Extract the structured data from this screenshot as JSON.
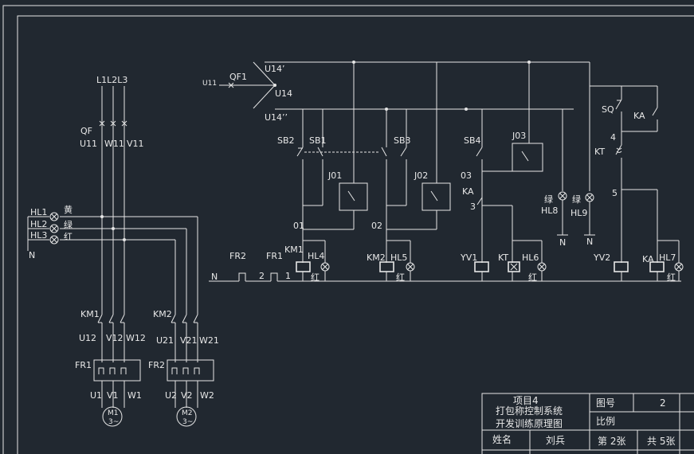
{
  "supply": {
    "header": "L1L2L3",
    "breaker": "QF",
    "phases": [
      "U11",
      "W11",
      "V11"
    ]
  },
  "lamps": {
    "ids": [
      "HL1",
      "HL2",
      "HL3"
    ],
    "colors": [
      "黄",
      "绿",
      "红"
    ],
    "neutral": "N"
  },
  "motor1": {
    "contactor": "KM1",
    "terms_a": [
      "U12",
      "V12",
      "W12"
    ],
    "relay": "FR1",
    "terms_b": [
      "U1",
      "V1",
      "W1"
    ],
    "motor_name": "M1",
    "motor_type": "3~"
  },
  "motor2": {
    "contactor": "KM2",
    "terms_a": [
      "U21",
      "V21",
      "W21"
    ],
    "relay": "FR2",
    "terms_b": [
      "U2",
      "V2",
      "W2"
    ],
    "motor_name": "M2",
    "motor_type": "3~"
  },
  "control": {
    "in_label": "U11",
    "breaker": "QF1",
    "u14p": "U14’",
    "u14": "U14",
    "u14pp": "U14’’",
    "buttons": [
      "SB2",
      "SB1",
      "SB3",
      "SB4"
    ],
    "relays": [
      "J01",
      "J02",
      "J03"
    ],
    "nodes": [
      "01",
      "02",
      "03",
      "3",
      "4",
      "5"
    ],
    "ka": "KA",
    "sq": "SQ",
    "kt": "KT",
    "n": "N",
    "fr2": "FR2",
    "fr1": "FR1",
    "num2": "2",
    "num1": "1",
    "coils": [
      "KM1",
      "KM2",
      "YV1",
      "KT",
      "YV2",
      "KA"
    ],
    "lamps": [
      "HL4",
      "HL5",
      "HL6",
      "HL7"
    ],
    "lamp_color": "红",
    "green": "绿",
    "hl8": "HL8",
    "hl9": "HL9"
  },
  "title_block": {
    "project": "项目4",
    "name_line1": "打包称控制系统",
    "name_line2": "开发训练原理图",
    "drawing_no_label": "图号",
    "drawing_no": "2",
    "scale_label": "比例",
    "author_label": "姓名",
    "author": "刘兵",
    "sheet": "第 2张",
    "total": "共 5张"
  }
}
